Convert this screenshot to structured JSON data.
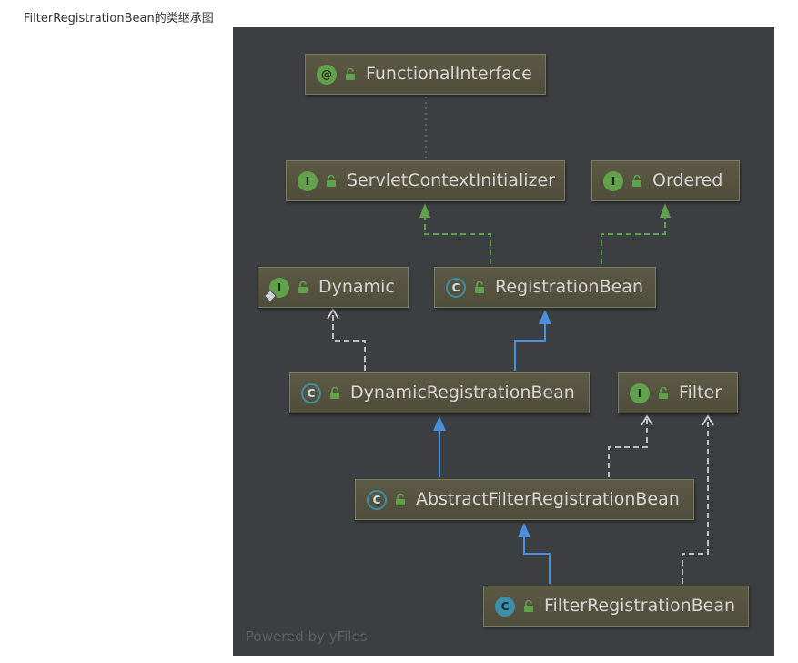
{
  "caption": "FilterRegistrationBean的类继承图",
  "footer": "Powered by yFiles",
  "colors": {
    "background": "#3c3f41",
    "implements_edge": "#62a14c",
    "extends_edge": "#4a8fe0",
    "dynamic_edge": "#d0d0d0",
    "annotation_edge": "#6b7a4a"
  },
  "nodes": {
    "functional_interface": {
      "label": "FunctionalInterface",
      "icon_text": "@"
    },
    "servlet_context_initializer": {
      "label": "ServletContextInitializer",
      "icon_text": "I"
    },
    "ordered": {
      "label": "Ordered",
      "icon_text": "I"
    },
    "dynamic": {
      "label": "Dynamic",
      "icon_text": "I"
    },
    "registration_bean": {
      "label": "RegistrationBean",
      "icon_text": "C"
    },
    "dynamic_registration_bean": {
      "label": "DynamicRegistrationBean",
      "icon_text": "C"
    },
    "filter": {
      "label": "Filter",
      "icon_text": "I"
    },
    "abstract_filter_registration_bean": {
      "label": "AbstractFilterRegistrationBean",
      "icon_text": "C"
    },
    "filter_registration_bean": {
      "label": "FilterRegistrationBean",
      "icon_text": "C"
    }
  }
}
